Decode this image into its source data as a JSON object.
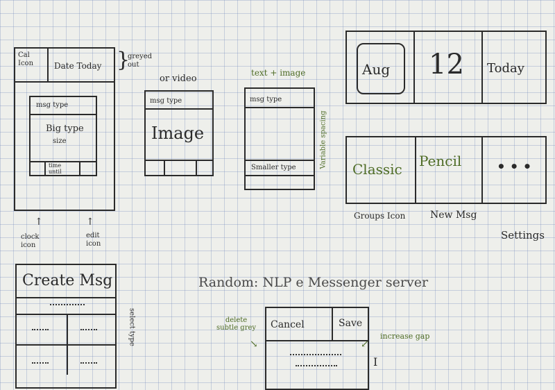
{
  "sketch1": {
    "cal_icon": "Cal\nIcon",
    "date_today": "Date Today",
    "greyed_out": "greyed\nout",
    "msg_type": "msg type",
    "big_type": "Big type",
    "size": "size",
    "time_until": "time\nuntil",
    "clock_icon": "clock\nicon",
    "edit_icon": "edit\nicon"
  },
  "sketch2": {
    "or_video": "or video",
    "msg_type": "msg type",
    "image": "Image"
  },
  "sketch3": {
    "text_image": "text + image",
    "msg_type": "msg type",
    "smaller_type": "Smaller type",
    "variable_spacing": "Variable spacing"
  },
  "header_sketch": {
    "month": "Aug",
    "day": "12",
    "today": "Today"
  },
  "toolbar_sketch": {
    "classic": "Classic",
    "pencil": "Pencil",
    "more": "•••",
    "groups_icon": "Groups Icon",
    "new_msg": "New Msg",
    "settings": "Settings"
  },
  "create_sketch": {
    "title": "Create Msg",
    "select_type": "select type"
  },
  "random_note": "Random: NLP e Messenger server",
  "edit_sketch": {
    "cancel": "Cancel",
    "save": "Save",
    "delete_subtle": "delete\nsubtle grey",
    "increase_gap": "increase gap"
  }
}
